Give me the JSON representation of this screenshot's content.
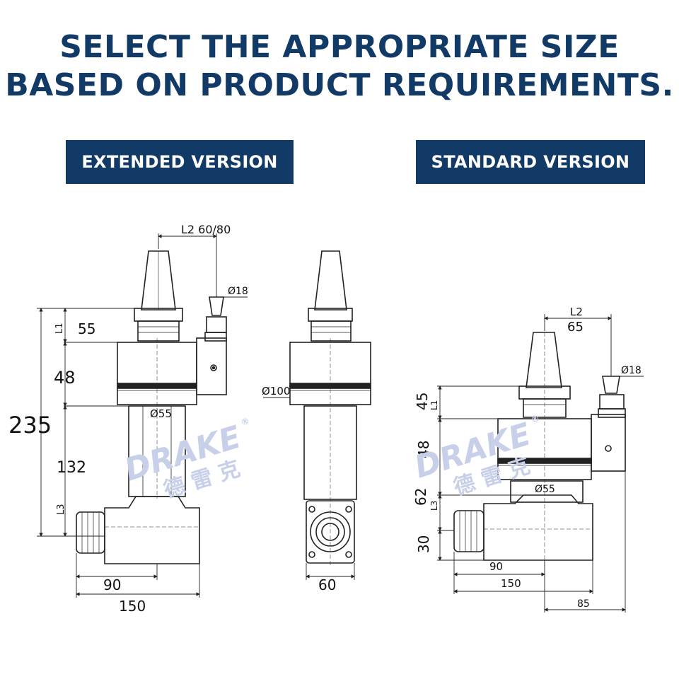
{
  "headline": {
    "line1": "SELECT THE APPROPRIATE SIZE",
    "line2": "BASED ON PRODUCT REQUIREMENTS."
  },
  "badges": {
    "extended": "EXTENDED VERSION",
    "standard": "STANDARD VERSION"
  },
  "colors": {
    "brand_navy": "#123a67",
    "line": "#222222",
    "watermark": "#c7d0e8"
  },
  "watermark": {
    "brand": "DRAKE",
    "registered": "®",
    "cn": "德 雷 克"
  },
  "extended": {
    "l2_label": "L2 60/80",
    "collet_dia": "Ø18",
    "l1": "L1",
    "dim_55": "55",
    "dim_48": "48",
    "dim_235": "235",
    "dim_132": "132",
    "l3": "L3",
    "shaft_dia": "Ø55",
    "dim_90": "90",
    "dim_150": "150"
  },
  "side_view": {
    "body_dia": "Ø100",
    "dim_60": "60"
  },
  "standard": {
    "l2": "L2",
    "dim_65": "65",
    "collet_dia": "Ø18",
    "dim_45": "45",
    "l1": "L1",
    "dim_48": "48",
    "dim_62": "62",
    "l3": "L3",
    "shaft_dia": "Ø55",
    "dim_30": "30",
    "dim_90": "90",
    "dim_150": "150",
    "dim_85": "85"
  }
}
